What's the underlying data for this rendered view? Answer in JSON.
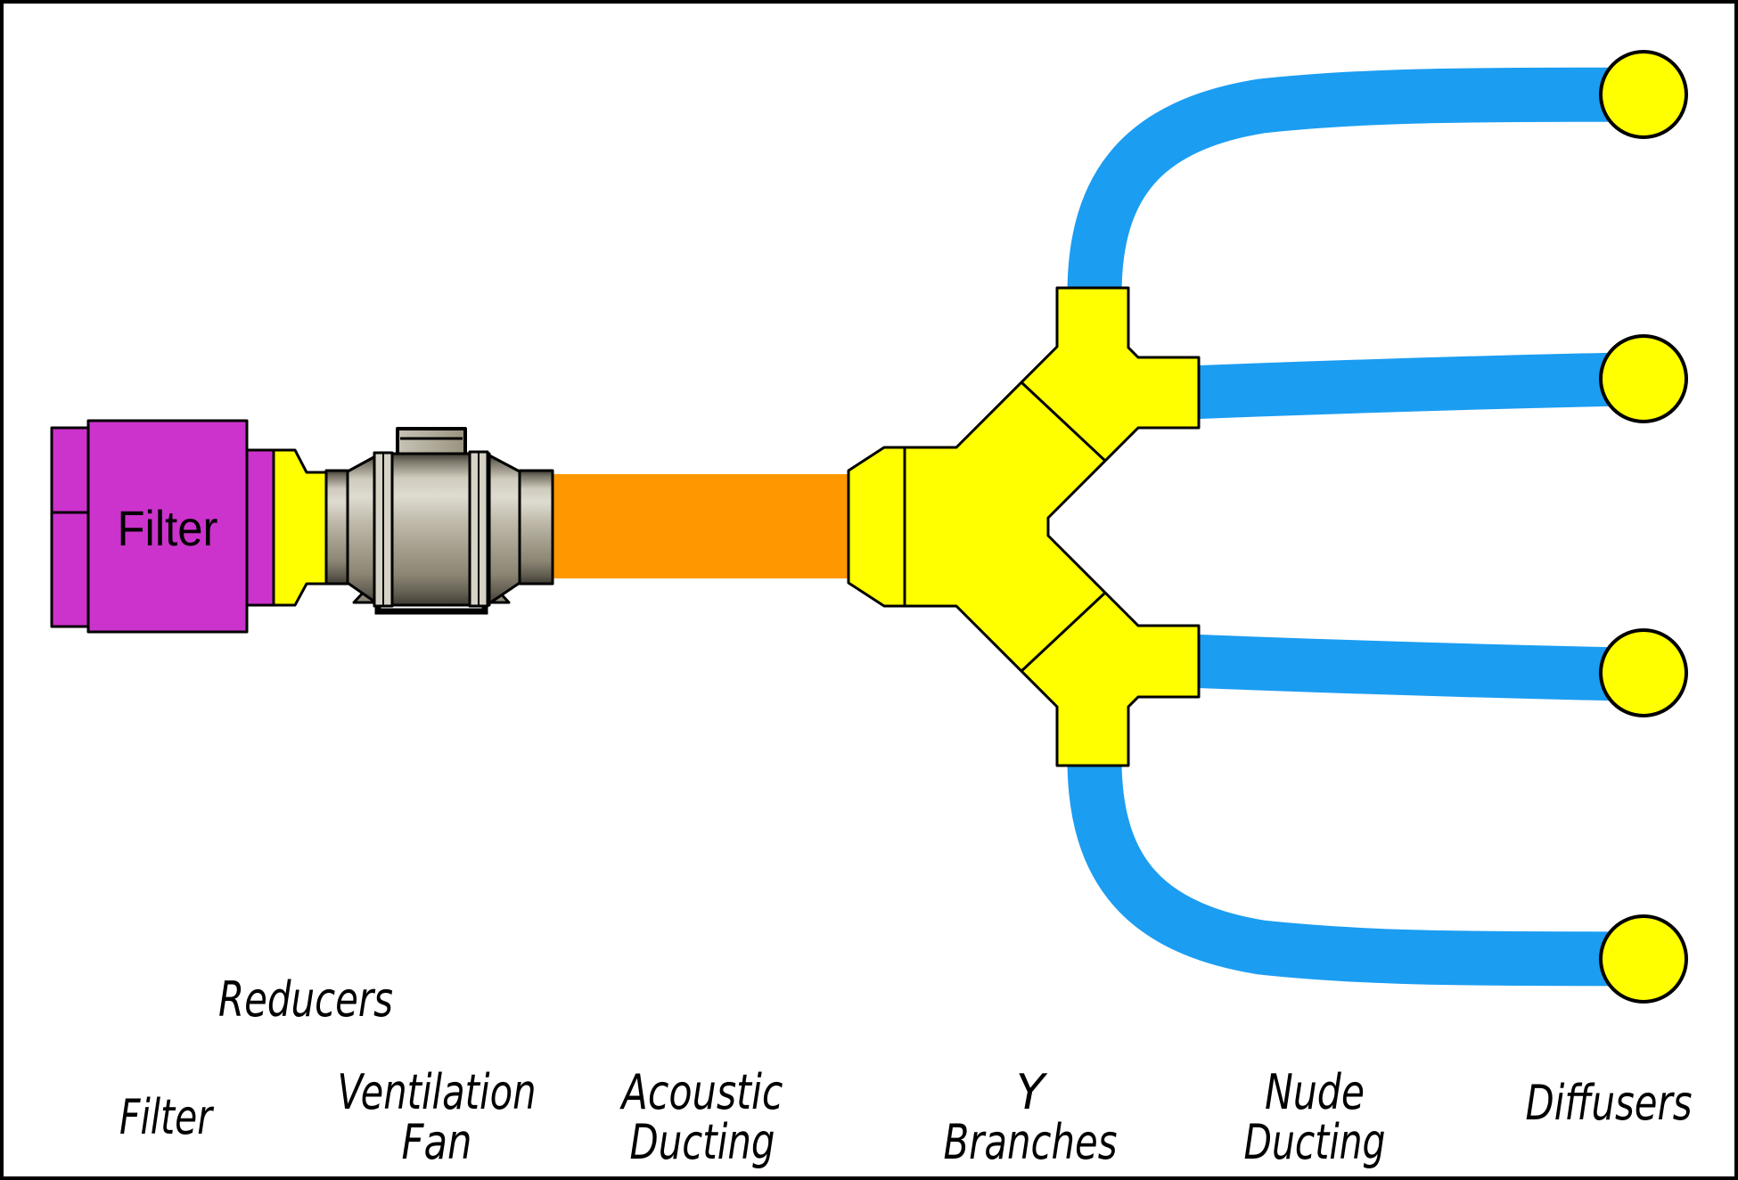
{
  "filter_unit": {
    "label": "Filter"
  },
  "captions": {
    "reducers": "Reducers",
    "filter": "Filter",
    "ventilation_fan": [
      "Ventilation",
      "Fan"
    ],
    "acoustic_ducting": [
      "Acoustic",
      "Ducting"
    ],
    "y_branches": [
      "Y",
      "Branches"
    ],
    "nude_ducting": [
      "Nude",
      "Ducting"
    ],
    "diffusers": "Diffusers"
  },
  "colors": {
    "filter": "#CC33CC",
    "reducers": "#FFFF00",
    "y_branches": "#FFFF00",
    "diffusers": "#FFFF00",
    "acoustic_ducting": "#FF9800",
    "nude_ducting": "#1B9DF1",
    "fan_metal": "#ACA698",
    "outline": "#000000"
  },
  "diffusers": {
    "count": 4
  }
}
